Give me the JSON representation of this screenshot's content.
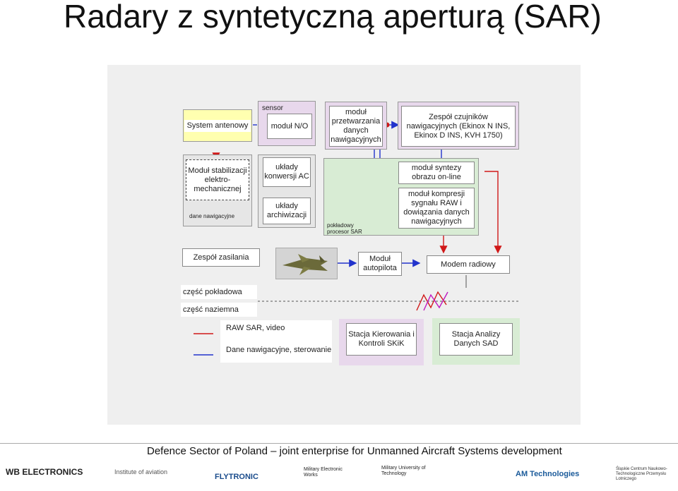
{
  "title": "Radary z syntetyczną aperturą (SAR)",
  "colors": {
    "red_line": "#d01818",
    "blue_line": "#2233cc",
    "panel": "#efefef"
  },
  "boxes": {
    "system_antenowy": "System antenowy",
    "sensor_label": "sensor",
    "modul_no": "moduł N/O",
    "modul_przetwarzania": "moduł przetwarzania danych nawigacyjnych",
    "zespol_czujnikow": "Zespół czujników nawigacyjnych (Ekinox N INS, Ekinox D INS, KVH 1750)",
    "modul_stabilizacji": "Moduł stabilizacji elektro-mechanicznej",
    "dane_nawigacyjne_small": "dane nawigacyjne",
    "uklady_konwersji": "układy konwersji AC",
    "uklady_archiwizacji": "układy archiwizacji",
    "pokladowy_procesor": "pokładowy procesor SAR",
    "modul_syntezy": "moduł syntezy obrazu on-line",
    "modul_kompresji": "moduł kompresji sygnału RAW i dowiązania danych nawigacyjnych",
    "zespol_zasilania": "Zespół zasilania",
    "modul_autopilota": "Moduł autopilota",
    "modem_radiowy": "Modem radiowy",
    "czesc_pokladowa": "część pokładowa",
    "czesc_naziemna": "część naziemna",
    "legend_raw": "RAW SAR, video",
    "legend_nav": "Dane nawigacyjne, sterowanie",
    "stacja_kierowania": "Stacja Kierowania i Kontroli SKiK",
    "stacja_analizy": "Stacja Analizy Danych SAD"
  },
  "aircraft_icon": "uav-aircraft-icon",
  "footer": {
    "text": "Defence Sector of Poland – joint enterprise for Unmanned Aircraft Systems development",
    "logos": [
      "WB ELECTRONICS",
      "Institute of aviation",
      "FLYTRONIC",
      "Military Electronic Works",
      "Military University of Technology",
      "AM Technologies",
      "Śląskie Centrum Naukowo-Technologiczne Przemysłu Lotniczego"
    ]
  }
}
